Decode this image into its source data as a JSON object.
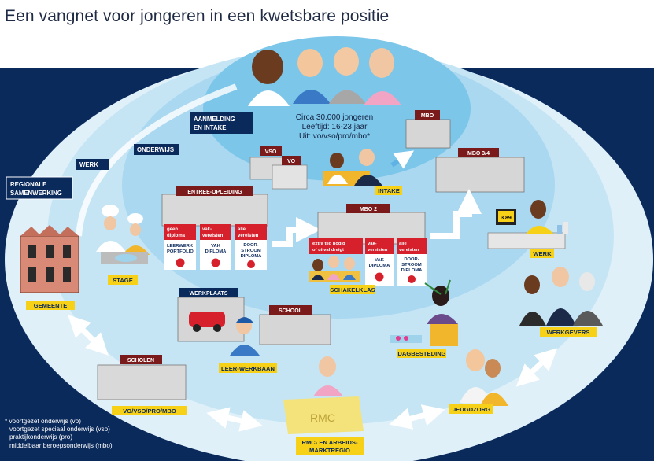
{
  "title": "Een vangnet voor jongeren in een kwetsbare positie",
  "rings": {
    "aanmelding": "AANMELDING EN INTAKE",
    "onderwijs": "ONDERWIJS",
    "werk": "WERK",
    "regionale": "REGIONALE SAMENWERKING"
  },
  "center_info": {
    "line1": "Circa 30.000 jongeren",
    "line2": "Leeftijd: 16-23 jaar",
    "line3": "Uit: vo/vso/pro/mbo*"
  },
  "buildings": {
    "vso": "VSO",
    "vo": "VO",
    "mbo": "MBO",
    "mbo34": "MBO 3/4",
    "entree": "ENTREE-OPLEIDING",
    "mbo2": "MBO 2",
    "werkplaats": "WERKPLAATS",
    "school": "SCHOOL",
    "scholen": "SCHOLEN"
  },
  "tags": {
    "intake": "INTAKE",
    "werk": "WERK",
    "stage": "STAGE",
    "schakelklas": "SCHAKELKLAS",
    "gemeente": "GEMEENTE",
    "leer_werkbaan": "LEER-WERKBAAN",
    "dagbesteding": "DAGBESTEDING",
    "werkgevers": "WERKGEVERS",
    "jeugdzorg": "JEUGDZORG",
    "vo_vso": "VO/VSO/PRO/MBO",
    "rmc1": "RMC- EN ARBEIDS-",
    "rmc2": "MARKTREGIO"
  },
  "entree_cards": [
    {
      "red": "geen diploma",
      "white": "LEERWERK PORTFOLIO"
    },
    {
      "red": "vak-vereisten",
      "white": "VAK DIPLOMA"
    },
    {
      "red": "alle vereisten",
      "white": "DOOR-STROOM DIPLOMA"
    }
  ],
  "mbo2_cards": [
    {
      "red": "extra tijd nodig of uitval dreigt",
      "white": ""
    },
    {
      "red": "vak-vereisten",
      "white": "VAK DIPLOMA"
    },
    {
      "red": "alle vereisten",
      "white": "DOOR-STROOM DIPLOMA"
    }
  ],
  "price_tag": "3.89",
  "rmc_desk": "RMC",
  "footnote": [
    "* voortgezet onderwijs (vo)",
    "voortgezet speciaal onderwijs (vso)",
    "praktijkonderwijs (pro)",
    "middelbaar beroepsonderwijs (mbo)"
  ],
  "colors": {
    "navy": "#0b2a5c",
    "ring_outer": "#c8e6f4",
    "ring_mid": "#9fd3ec",
    "ring_inner": "#6dbfe6",
    "accent_red": "#d6202c",
    "tag_yellow": "#f7d117"
  }
}
